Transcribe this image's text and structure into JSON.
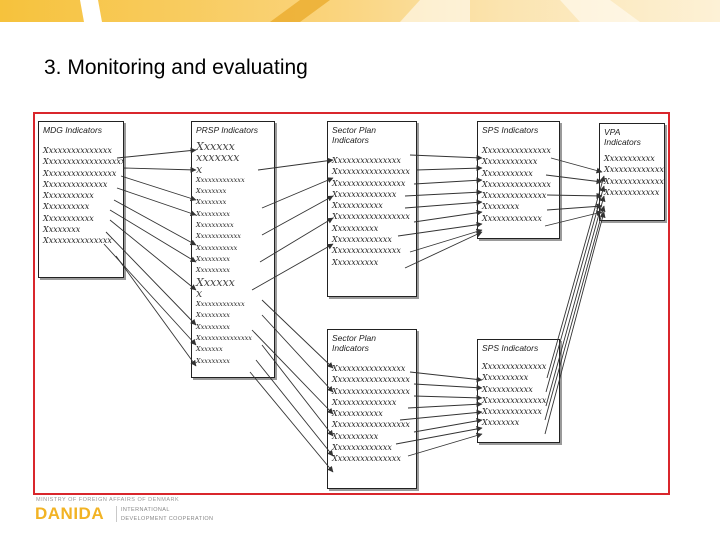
{
  "slide": {
    "title": "3. Monitoring and evaluating"
  },
  "boxes": {
    "mdg": {
      "title": "MDG Indicators",
      "items": [
        "Xxxxxxxxxxxxxxx",
        "Xxxxxxxxxxxxxxxxxx",
        "Xxxxxxxxxxxxxxxx",
        "Xxxxxxxxxxxxxx",
        "Xxxxxxxxxxx",
        "Xxxxxxxxxx",
        "Xxxxxxxxxxx",
        "Xxxxxxxx",
        "Xxxxxxxxxxxxxxx"
      ]
    },
    "prsp": {
      "title": "PRSP Indicators",
      "items": [
        "Xxxxxx",
        "xxxxxxx",
        "x",
        "Xxxxxxxxxxxxx",
        "Xxxxxxxx",
        "Xxxxxxxx",
        "Xxxxxxxxx",
        "Xxxxxxxxxx",
        "Xxxxxxxxxxxx",
        "Xxxxxxxxxxx",
        "Xxxxxxxxx",
        "Xxxxxxxxx",
        "Xxxxxx",
        "x",
        "Xxxxxxxxxxxxx",
        "Xxxxxxxxx",
        "Xxxxxxxxx",
        "Xxxxxxxxxxxxxxx",
        "Xxxxxxx",
        "Xxxxxxxxx"
      ]
    },
    "sector1": {
      "title": "Sector Plan Indicators",
      "items": [
        "Xxxxxxxxxxxxxxx",
        "Xxxxxxxxxxxxxxxxx",
        "Xxxxxxxxxxxxxxxx",
        "Xxxxxxxxxxxxxx",
        "Xxxxxxxxxxx",
        "Xxxxxxxxxxxxxxxxx",
        "Xxxxxxxxxx",
        "Xxxxxxxxxxxxx",
        "Xxxxxxxxxxxxxxx",
        "Xxxxxxxxxx"
      ]
    },
    "sector2": {
      "title": "Sector Plan Indicators",
      "items": [
        "Xxxxxxxxxxxxxxxx",
        "Xxxxxxxxxxxxxxxxx",
        "Xxxxxxxxxxxxxxxxx",
        "Xxxxxxxxxxxxxx",
        "Xxxxxxxxxxx",
        "Xxxxxxxxxxxxxxxxx",
        "Xxxxxxxxxx",
        "Xxxxxxxxxxxxx",
        "Xxxxxxxxxxxxxxx"
      ]
    },
    "sps1": {
      "title": "SPS Indicators",
      "items": [
        "Xxxxxxxxxxxxxxx",
        "Xxxxxxxxxxxx",
        "Xxxxxxxxxxx",
        "Xxxxxxxxxxxxxxx",
        "Xxxxxxxxxxxxxx",
        "Xxxxxxxx",
        "Xxxxxxxxxxxxx"
      ]
    },
    "sps2": {
      "title": "SPS Indicators",
      "items": [
        "Xxxxxxxxxxxxxx",
        "Xxxxxxxxxx",
        "Xxxxxxxxxxx",
        "Xxxxxxxxxxxxxx",
        "Xxxxxxxxxxxxx",
        "Xxxxxxxx"
      ]
    },
    "vpa": {
      "title_line1": "VPA",
      "title_line2": "Indicators",
      "items": [
        "Xxxxxxxxxxx",
        "Xxxxxxxxxxxxx",
        "Xxxxxxxxxxxxx",
        "Xxxxxxxxxxxx"
      ]
    }
  },
  "footer": {
    "ministry_line": "MINISTRY OF FOREIGN AFFAIRS OF DENMARK",
    "wordmark": "DANIDA",
    "sub_line1": "INTERNATIONAL",
    "sub_line2": "DEVELOPMENT COOPERATION"
  },
  "colors": {
    "frame_border": "#d9262c",
    "brand_gold": "#f2b324",
    "band_gold": "#f7c74a"
  }
}
